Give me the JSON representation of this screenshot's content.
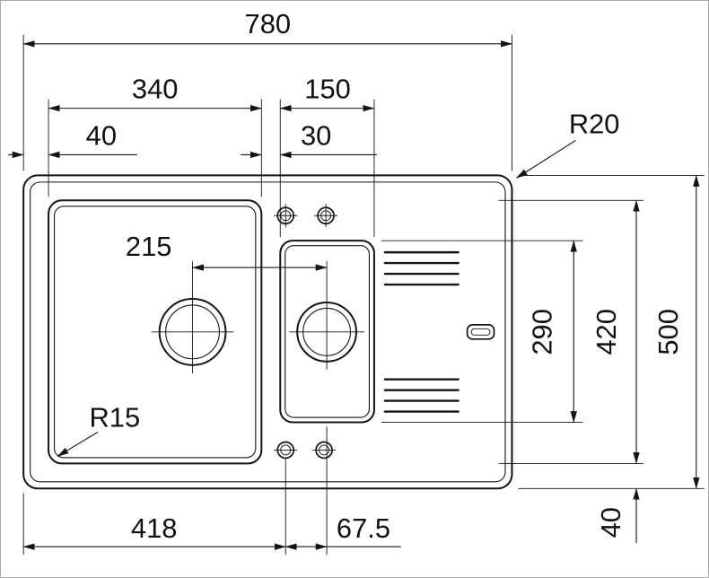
{
  "drawing": {
    "type": "sink-installation-dimension-drawing",
    "colors": {
      "line": "#141414",
      "background": "#ffffff",
      "frame": "#a9a9a9"
    },
    "dims": {
      "overall_width": "780",
      "main_bowl_width": "340",
      "half_bowl_width": "150",
      "left_edge_offset": "40",
      "bowl_gap": "30",
      "outer_corner_radius": "R20",
      "drain_center_distance": "215",
      "bowl_corner_radius": "R15",
      "half_bowl_length": "290",
      "main_bowl_length": "420",
      "overall_depth": "500",
      "front_edge_offset": "40",
      "drain_from_left_edge": "418",
      "drain_center_offset": "67.5"
    }
  }
}
